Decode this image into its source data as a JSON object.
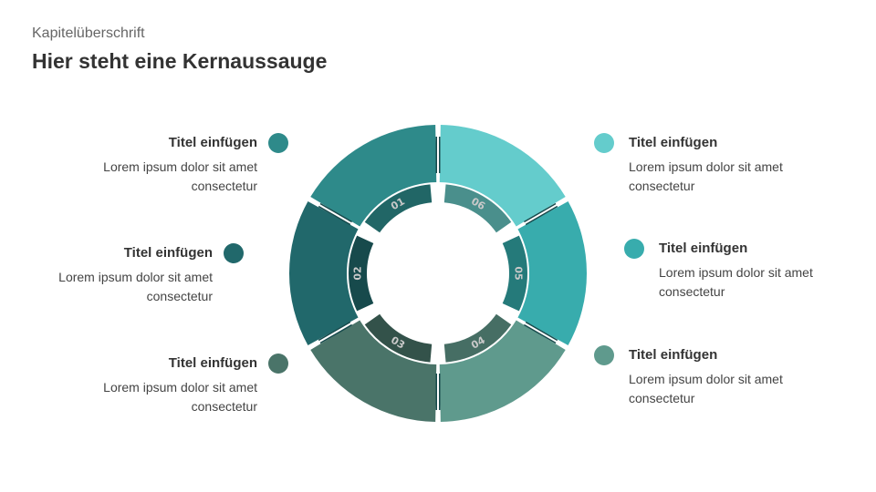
{
  "header": {
    "chapter": "Kapitelüberschrift",
    "title": "Hier steht eine Kernaussauge"
  },
  "segments": [
    {
      "num": "01",
      "title": "Titel einfügen",
      "desc": "Lorem ipsum dolor sit amet consectetur",
      "outer": "#2e8a8a",
      "inner": "#216666"
    },
    {
      "num": "02",
      "title": "Titel einfügen",
      "desc": "Lorem ipsum dolor sit amet consectetur",
      "outer": "#21686b",
      "inner": "#174a4c"
    },
    {
      "num": "03",
      "title": "Titel einfügen",
      "desc": "Lorem ipsum dolor sit amet consectetur",
      "outer": "#4a7469",
      "inner": "#33524a"
    },
    {
      "num": "04",
      "title": "Titel einfügen",
      "desc": "Lorem ipsum dolor sit amet consectetur",
      "outer": "#5f9a8d",
      "inner": "#466e64"
    },
    {
      "num": "05",
      "title": "Titel einfügen",
      "desc": "Lorem ipsum dolor sit amet consectetur",
      "outer": "#38acad",
      "inner": "#257a7a"
    },
    {
      "num": "06",
      "title": "Titel einfügen",
      "desc": "Lorem ipsum dolor sit amet consectetur",
      "outer": "#64cccc",
      "inner": "#4a8f8c"
    }
  ],
  "colors": {
    "divider": "#174a4c",
    "label": "#c9c9c9"
  }
}
